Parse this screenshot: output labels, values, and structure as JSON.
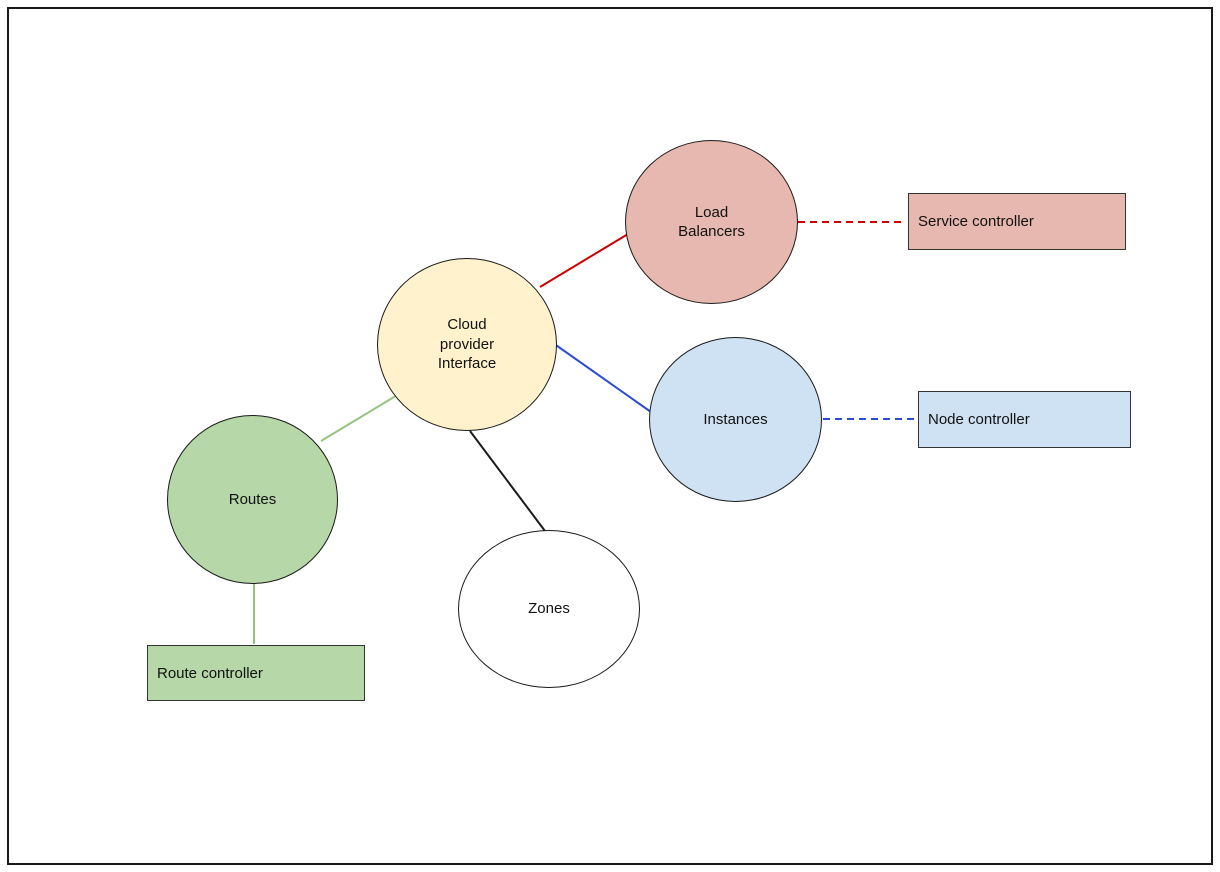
{
  "diagram": {
    "nodes": {
      "cloud_provider_interface": {
        "label": "Cloud provider Interface",
        "shape": "circle",
        "fill": "#fff2cc",
        "stroke": "#1a1a1a"
      },
      "load_balancers": {
        "label": "Load Balancers",
        "shape": "circle",
        "fill": "#e6b8af",
        "stroke": "#1a1a1a"
      },
      "instances": {
        "label": "Instances",
        "shape": "circle",
        "fill": "#cfe2f3",
        "stroke": "#1a1a1a"
      },
      "routes": {
        "label": "Routes",
        "shape": "circle",
        "fill": "#b6d7a8",
        "stroke": "#1a1a1a"
      },
      "zones": {
        "label": "Zones",
        "shape": "circle",
        "fill": "#ffffff",
        "stroke": "#1a1a1a"
      }
    },
    "controllers": {
      "service": {
        "label": "Service controller",
        "shape": "rect",
        "fill": "#e6b8af",
        "stroke": "#333333"
      },
      "node": {
        "label": "Node controller",
        "shape": "rect",
        "fill": "#cfe2f3",
        "stroke": "#333333"
      },
      "route": {
        "label": "Route controller",
        "shape": "rect",
        "fill": "#b6d7a8",
        "stroke": "#333333"
      }
    },
    "edges": {
      "cpi_load_balancers": {
        "from": "cloud_provider_interface",
        "to": "load_balancers",
        "color": "#cc0000",
        "style": "solid"
      },
      "load_balancers_service_controller": {
        "from": "load_balancers",
        "to": "service_controller",
        "color": "#cc0000",
        "style": "dashed"
      },
      "cpi_instances": {
        "from": "cloud_provider_interface",
        "to": "instances",
        "color": "#2a4bd7",
        "style": "solid"
      },
      "instances_node_controller": {
        "from": "instances",
        "to": "node_controller",
        "color": "#2a4bd7",
        "style": "dashed"
      },
      "cpi_routes": {
        "from": "cloud_provider_interface",
        "to": "routes",
        "color": "#93c47d",
        "style": "solid"
      },
      "routes_route_controller": {
        "from": "routes",
        "to": "route_controller",
        "color": "#93c47d",
        "style": "solid"
      },
      "cpi_zones": {
        "from": "cloud_provider_interface",
        "to": "zones",
        "color": "#1a1a1a",
        "style": "solid"
      }
    }
  }
}
